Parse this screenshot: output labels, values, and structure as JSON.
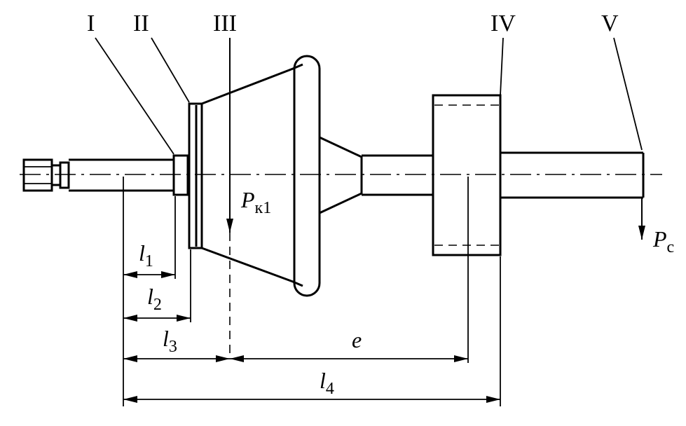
{
  "sections": {
    "I": "I",
    "II": "II",
    "III": "III",
    "IV": "IV",
    "V": "V"
  },
  "loads": {
    "pk1_main": "P",
    "pk1_sub": "к1",
    "pc_main": "P",
    "pc_sub": "c"
  },
  "dims": {
    "l1_main": "l",
    "l1_sub": "1",
    "l2_main": "l",
    "l2_sub": "2",
    "l3_main": "l",
    "l3_sub": "3",
    "l4_main": "l",
    "l4_sub": "4",
    "e": "e"
  }
}
